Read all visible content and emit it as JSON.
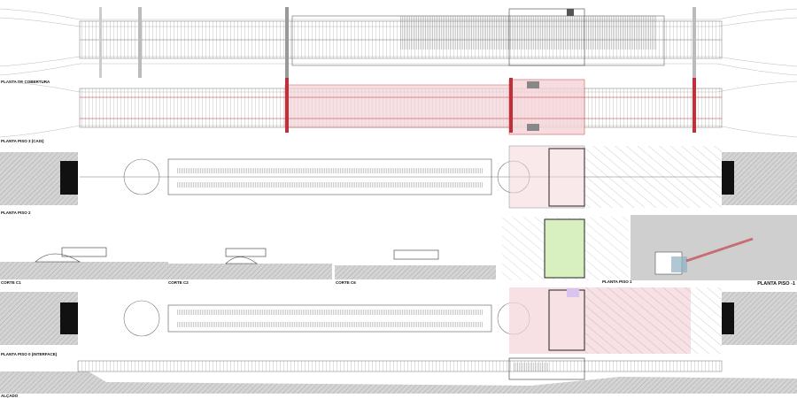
{
  "sheet": {
    "labels": {
      "roof_plan": "PLANTA DE COBERTURA",
      "floor3": "PLANTA PISO 3 (CAIS)",
      "floor2": "PLANTA PISO 2",
      "section_c1": "CORTE C1",
      "section_c2": "CORTE C2",
      "section_c6": "CORTE C6",
      "floor1": "PLANTA PISO 1",
      "floor_minus1": "PLANTA PISO -1",
      "floor0": "PLANTA PISO 0 (INTERFACE)",
      "elevation": "ALÇADO"
    }
  },
  "colors": {
    "line": "#555555",
    "hatch_gray": "#cfcfcf",
    "highlight_pink": "#f4d4d8",
    "highlight_red": "#c0303a",
    "green": "#d8efc0",
    "purple": "#d8c4ec"
  }
}
